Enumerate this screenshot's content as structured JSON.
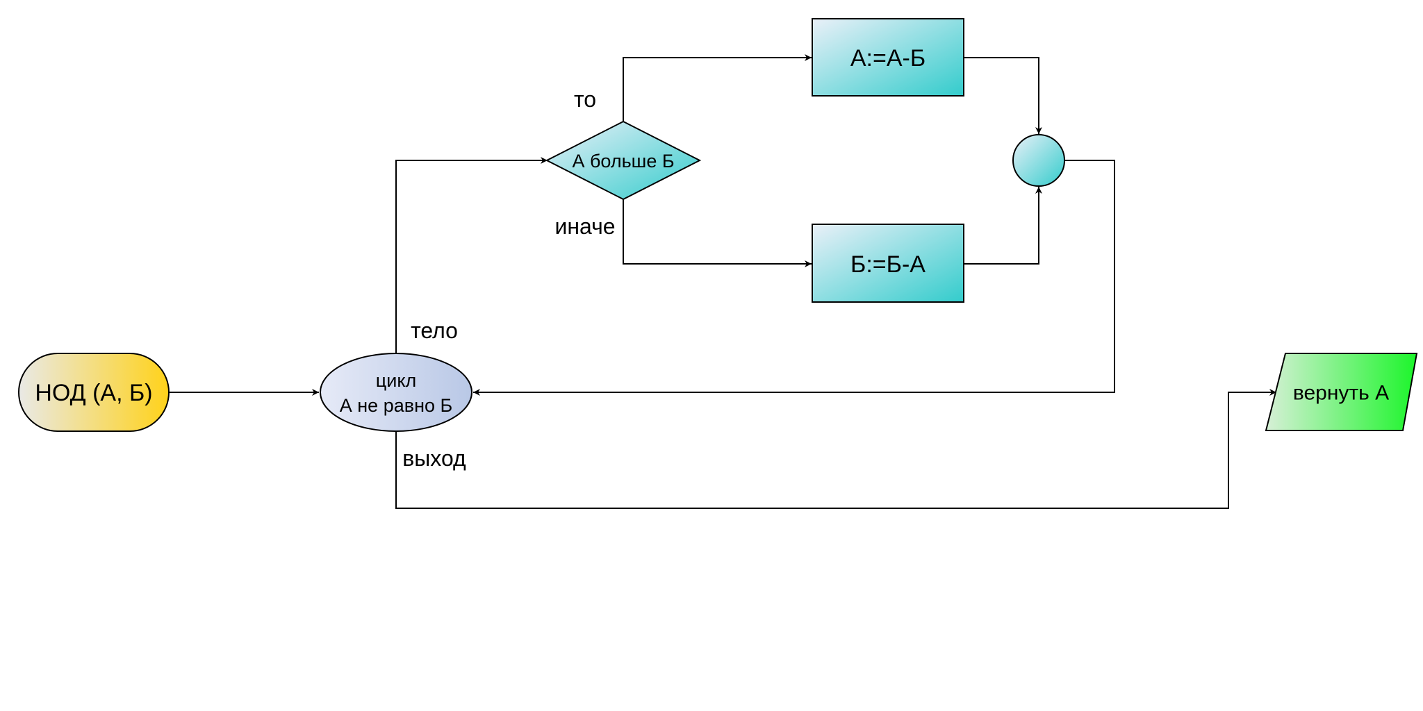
{
  "nodes": {
    "start": {
      "label": "НОД (А, Б)"
    },
    "loop": {
      "line1": "цикл",
      "line2": "А не равно Б"
    },
    "condition": {
      "label": "А больше Б"
    },
    "assign_a": {
      "label": "А:=А-Б"
    },
    "assign_b": {
      "label": "Б:=Б-А"
    },
    "merge": {},
    "return": {
      "label": "вернуть А"
    }
  },
  "edge_labels": {
    "then": "то",
    "else": "иначе",
    "body": "тело",
    "exit": "выход"
  },
  "colors": {
    "start_from": "#e9e9e6",
    "start_to": "#ffd21a",
    "loop_from": "#e6eaf7",
    "loop_to": "#b9c8e6",
    "teal_from": "#eaf0f8",
    "teal_to": "#33cccc",
    "green_from": "#d7f0d7",
    "green_to": "#1cf52b"
  }
}
